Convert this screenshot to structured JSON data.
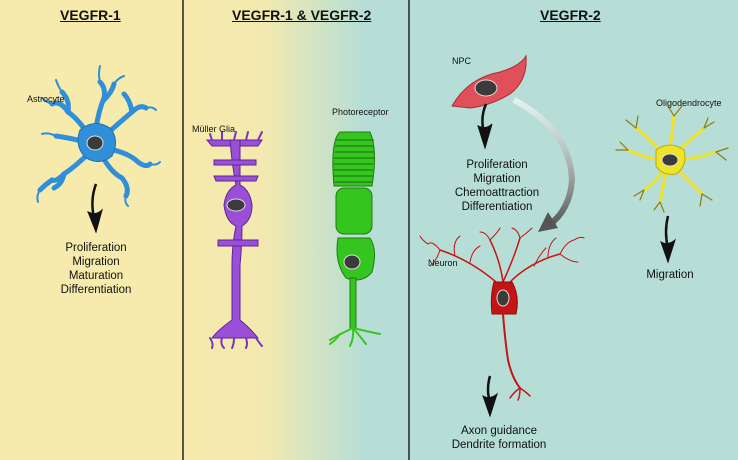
{
  "headers": {
    "left": "VEGFR-1",
    "middle": "VEGFR-1 & VEGFR-2",
    "right": "VEGFR-2"
  },
  "cells": {
    "astrocyte": "Astrocyte",
    "muller": "Müller Glia",
    "photoreceptor": "Photoreceptor",
    "npc": "NPC",
    "neuron": "Neuron",
    "oligodendrocyte": "Oligodendrocyte"
  },
  "effects": {
    "astrocyte": [
      "Proliferation",
      "Migration",
      "Maturation",
      "Differentiation"
    ],
    "npc": [
      "Proliferation",
      "Migration",
      "Chemoattraction",
      "Differentiation"
    ],
    "oligodendrocyte": [
      "Migration"
    ],
    "neuron": [
      "Axon guidance",
      "Dendrite formation"
    ]
  },
  "colors": {
    "left_panel": "#f6ebac",
    "right_panel": "#b6ded6",
    "astrocyte": "#2f8fd8",
    "muller": "#9b4fd8",
    "photoreceptor": "#35c51f",
    "npc": "#e0505a",
    "neuron": "#c41414",
    "oligodendrocyte": "#f0e42a"
  }
}
